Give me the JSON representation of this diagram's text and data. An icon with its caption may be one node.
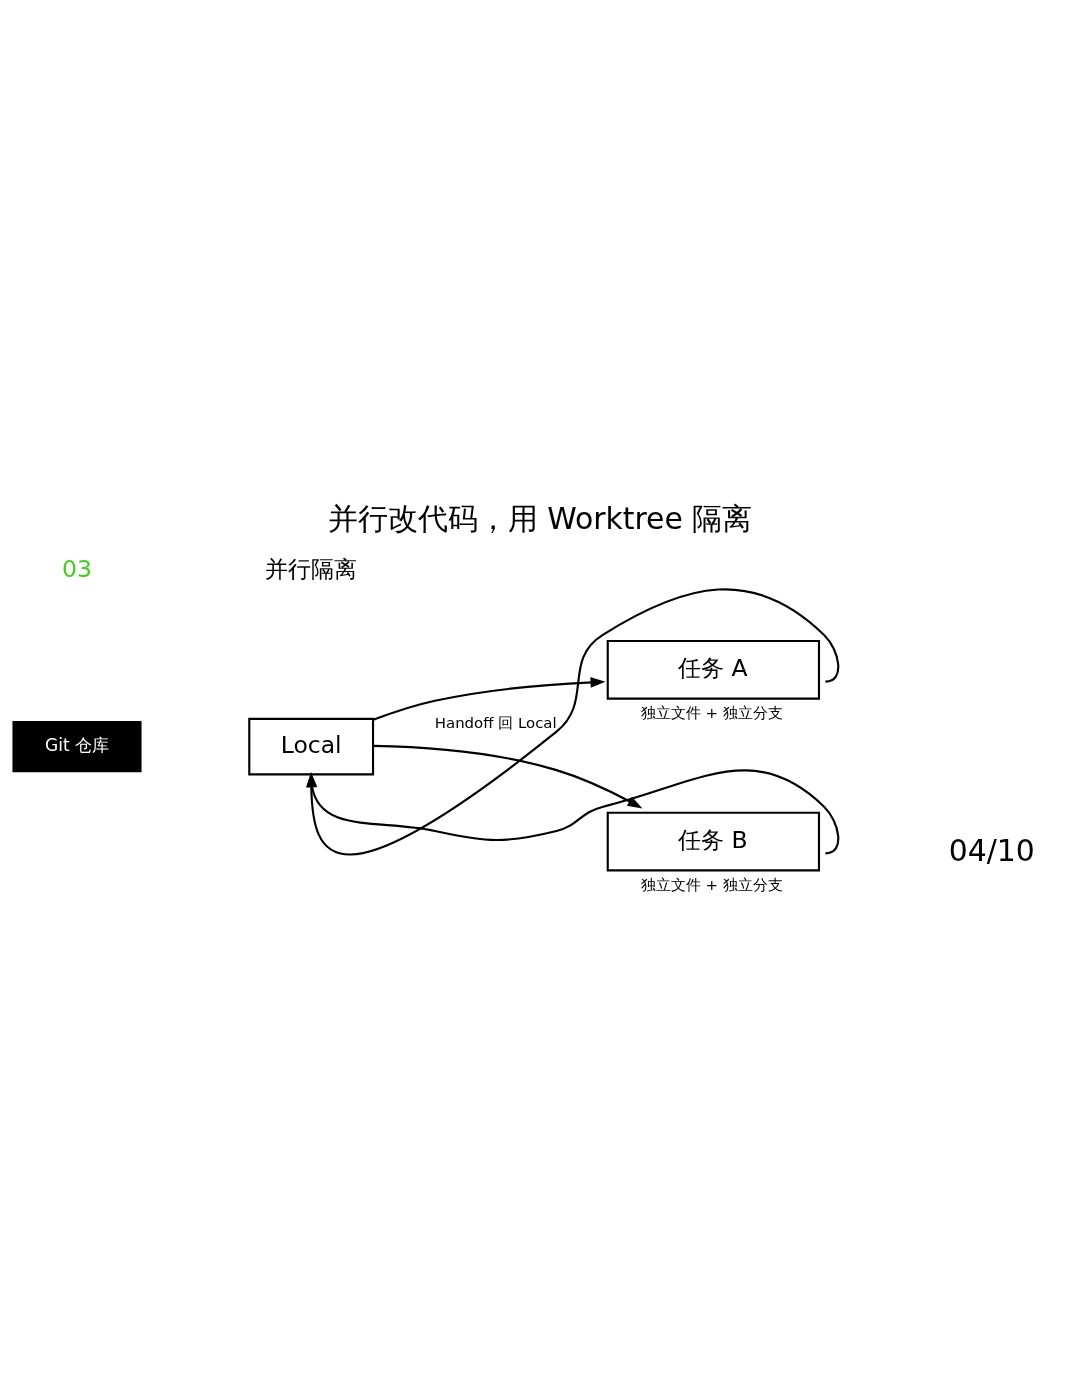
{
  "diagram": {
    "title": "并行改代码，用 Worktree 隔离",
    "nodes": [
      {
        "text": [
          "Git 仓库"
        ]
      },
      {
        "text": [
          "Local"
        ]
      },
      {
        "text": [
          "任务 A"
        ],
        "beside": [
          "独立文件 + 独立分支"
        ]
      },
      {
        "text": [
          "任务 B"
        ],
        "beside": [
          "独立文件 + 独立分支"
        ]
      }
    ],
    "edges": [
      {
        "from": 1,
        "to": 2,
        "arrow": "to"
      },
      {
        "from": 1,
        "to": 3,
        "arrow": "to"
      },
      {
        "from": 2,
        "to": 1,
        "arrow": "to",
        "label": "Handoff 回 Local"
      },
      {
        "from": 3,
        "to": 1,
        "arrow": "to"
      }
    ],
    "labels": [
      "03",
      "并行隔离",
      "04/10"
    ]
  }
}
